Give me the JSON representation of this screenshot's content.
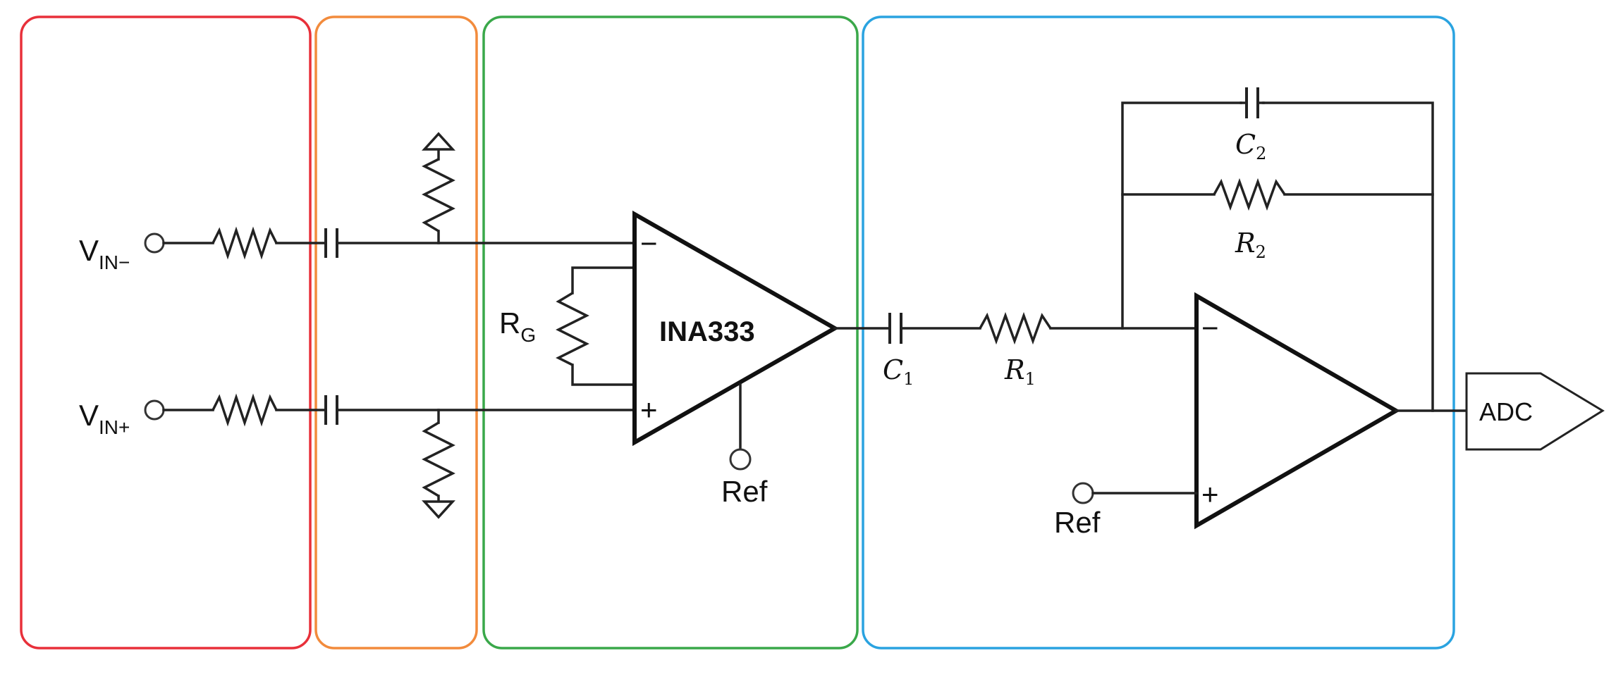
{
  "stages": [
    {
      "id": "input-stage",
      "color": "#e8303a"
    },
    {
      "id": "bias-stage",
      "color": "#f28b3c"
    },
    {
      "id": "ina-stage",
      "color": "#3aa84a"
    },
    {
      "id": "filter-stage",
      "color": "#2aa3e0"
    }
  ],
  "inputs": {
    "vin_minus": {
      "main": "V",
      "sub": "IN−"
    },
    "vin_plus": {
      "main": "V",
      "sub": "IN+"
    }
  },
  "gain_resistor": {
    "main": "R",
    "sub": "G"
  },
  "ina": {
    "name": "INA333",
    "inv": "−",
    "noninv": "+"
  },
  "ref_ina": "Ref",
  "ref_opamp": "Ref",
  "opamp": {
    "inv": "−",
    "noninv": "+"
  },
  "components": {
    "c1": {
      "main": "C",
      "sub": "1"
    },
    "r1": {
      "main": "R",
      "sub": "1"
    },
    "c2": {
      "main": "C",
      "sub": "2"
    },
    "r2": {
      "main": "R",
      "sub": "2"
    }
  },
  "output": "ADC"
}
